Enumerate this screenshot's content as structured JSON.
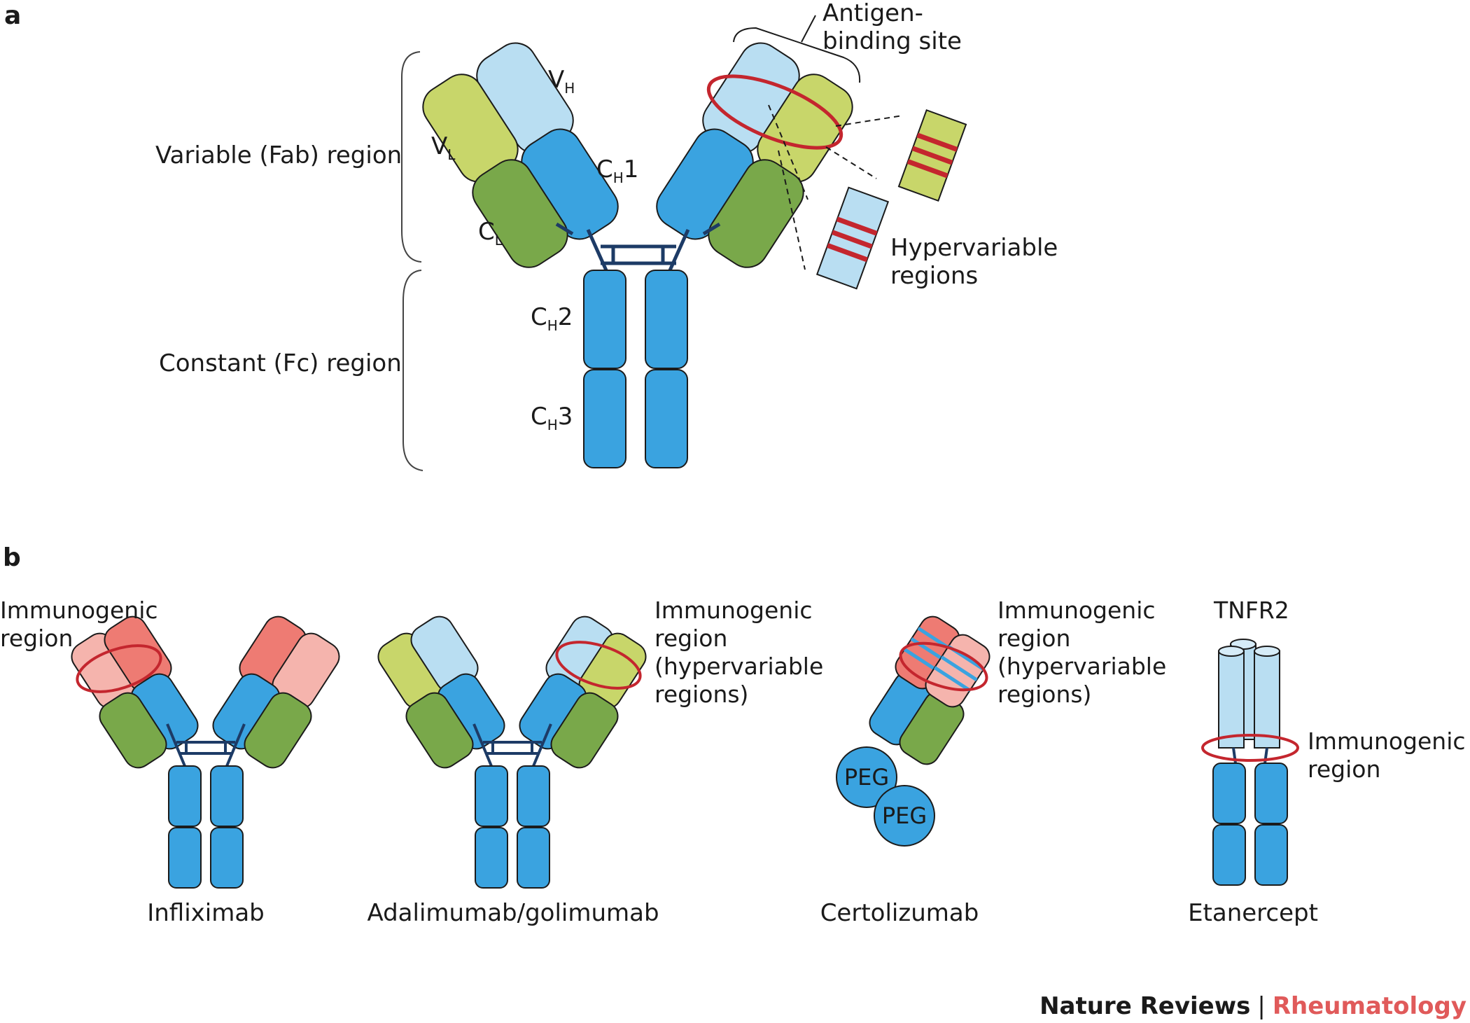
{
  "panel_a": {
    "letter": "a",
    "label_variable": "Variable (Fab) region",
    "label_constant": "Constant (Fc) region",
    "label_antigen_1": "Antigen-",
    "label_antigen_2": "binding site",
    "label_hyper_1": "Hypervariable",
    "label_hyper_2": "regions",
    "vh_main": "V",
    "vh_sub": "H",
    "vl_main": "V",
    "vl_sub": "L",
    "ch1_main": "C",
    "ch1_sub": "H",
    "ch1_num": "1",
    "cl_main": "C",
    "cl_sub": "L",
    "ch2_main": "C",
    "ch2_sub": "H",
    "ch2_num": "2",
    "ch3_main": "C",
    "ch3_sub": "H",
    "ch3_num": "3"
  },
  "panel_b": {
    "letter": "b",
    "infliximab": {
      "name": "Infliximab",
      "annotation": [
        "Immunogenic",
        "region"
      ]
    },
    "adalimumab": {
      "name": "Adalimumab/golimumab",
      "annotation": [
        "Immunogenic",
        "region",
        "(hypervariable",
        "regions)"
      ]
    },
    "certolizumab": {
      "name": "Certolizumab",
      "annotation": [
        "Immunogenic",
        "region",
        "(hypervariable",
        "regions)"
      ],
      "peg_1": "PEG",
      "peg_2": "PEG"
    },
    "etanercept": {
      "name": "Etanercept",
      "receptor": "TNFR2",
      "annotation": [
        "Immunogenic",
        "region"
      ]
    }
  },
  "footer": {
    "brand": "Nature Reviews",
    "separator": "|",
    "journal": "Rheumatology"
  },
  "colors": {
    "heavy_constant": "#3aa3e0",
    "heavy_variable": "#b9def2",
    "light_constant": "#79a84a",
    "light_variable": "#c8d66a",
    "mouse_variable": "#ee7b73",
    "mouse_variable_light": "#f5b4ad",
    "hinge": "#1d3b66",
    "ring": "#c4262e",
    "journal": "#e05a5a"
  }
}
